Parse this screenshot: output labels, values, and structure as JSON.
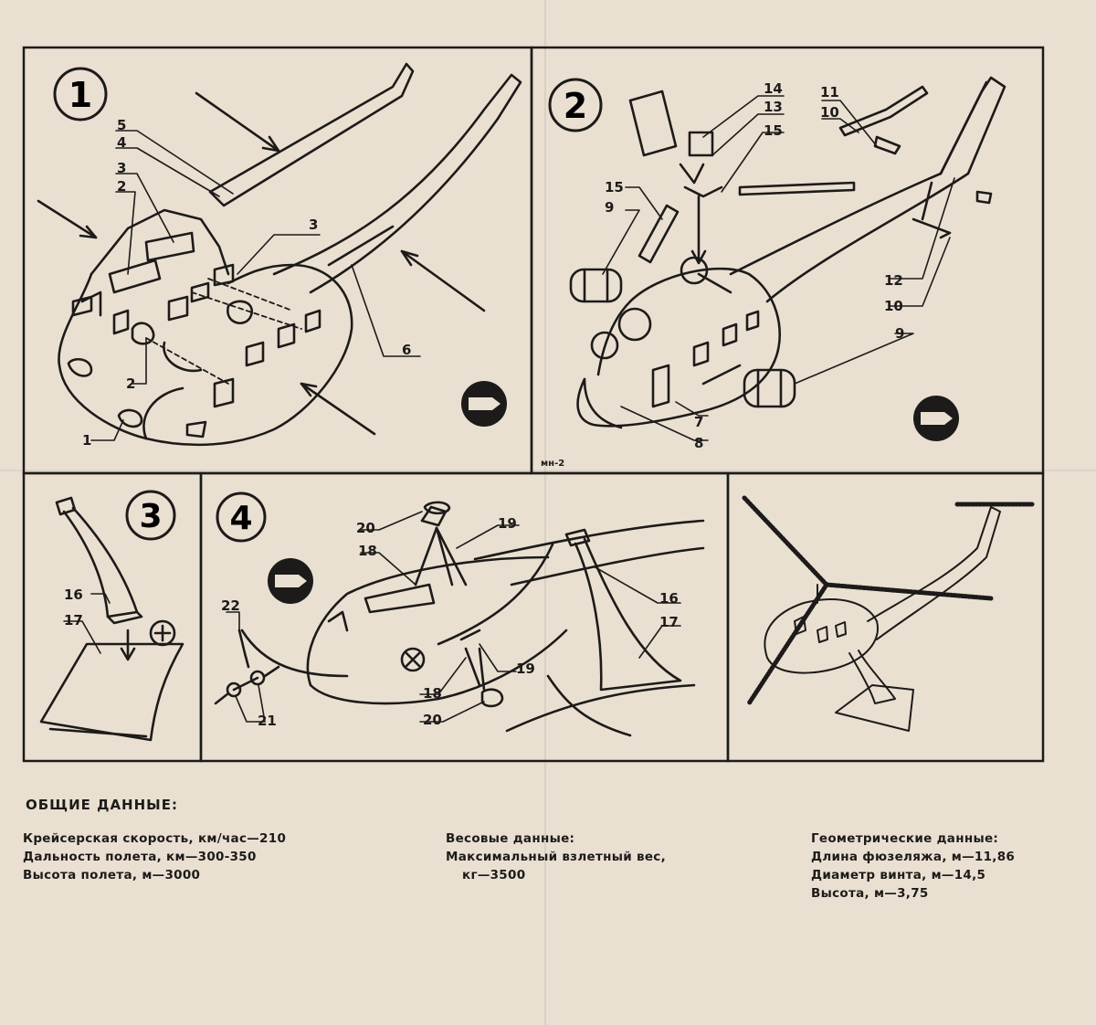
{
  "panels": {
    "p1": {
      "number": "1",
      "callouts": [
        "5",
        "4",
        "3",
        "2",
        "3",
        "2",
        "1",
        "6"
      ]
    },
    "p2": {
      "number": "2",
      "callouts": [
        "14",
        "13",
        "15",
        "11",
        "10",
        "15",
        "9",
        "12",
        "10",
        "9",
        "7",
        "8"
      ],
      "model_code": "мн-2"
    },
    "p3": {
      "number": "3",
      "callouts": [
        "16",
        "17"
      ]
    },
    "p4": {
      "number": "4",
      "callouts": [
        "20",
        "19",
        "18",
        "22",
        "21",
        "16",
        "17",
        "19",
        "18",
        "20"
      ]
    }
  },
  "specs": {
    "title": "ОБЩИЕ ДАННЫЕ:",
    "col1": [
      "Крейсерская скорость, км/час—210",
      "Дальность полета, км—300-350",
      "Высота полета, м—3000"
    ],
    "col2": [
      "Весовые данные:",
      "Максимальный взлетный вес,",
      "кг—3500"
    ],
    "col3": [
      "Геометрические данные:",
      "Длина фюзеляжа, м—11,86",
      "Диаметр винта, м—14,5",
      "Высота, м—3,75"
    ]
  }
}
